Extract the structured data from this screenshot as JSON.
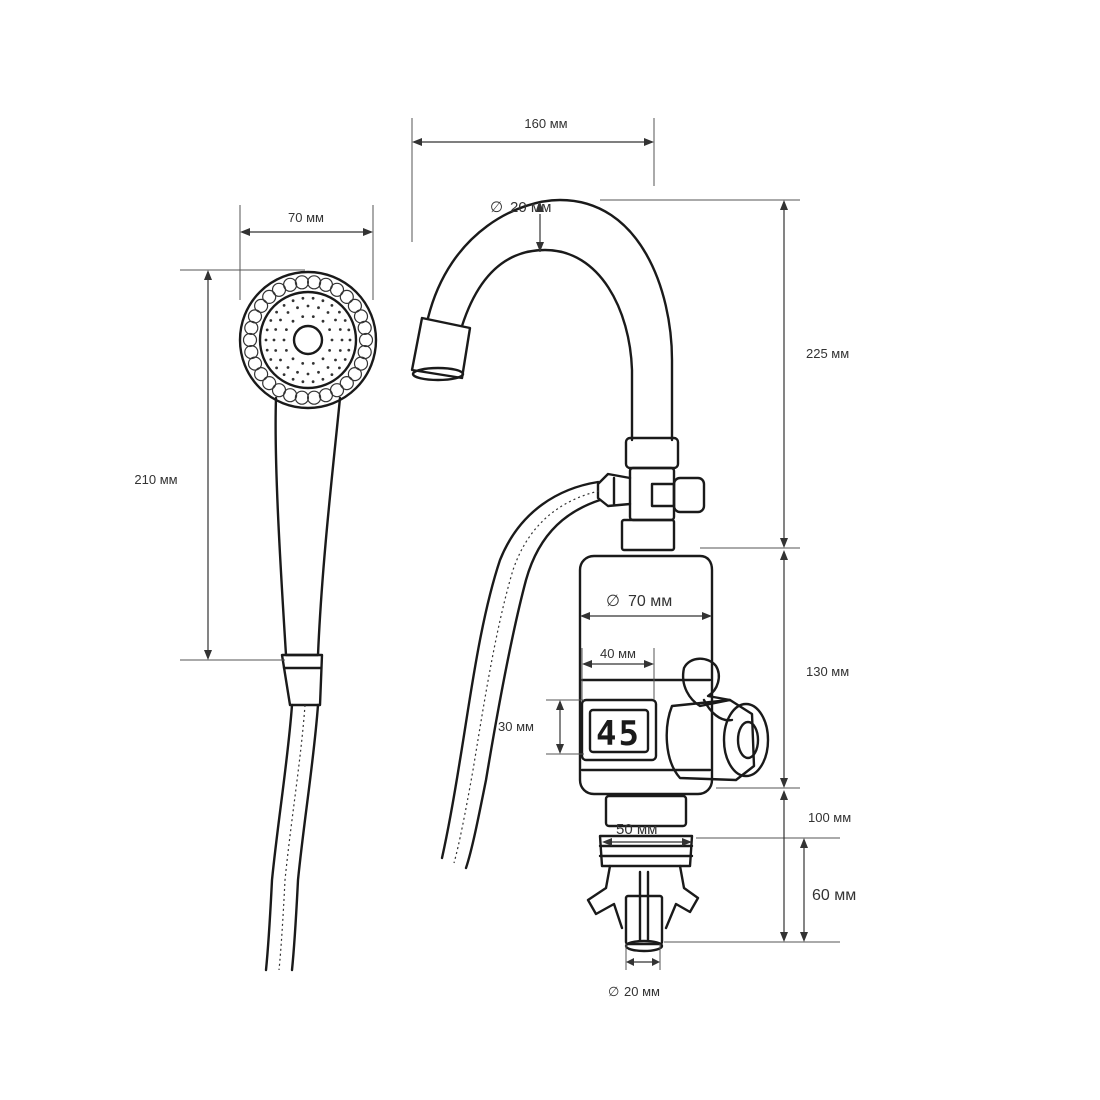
{
  "dimensions": {
    "faucet_reach": "160 мм",
    "spout_diameter": "20 мм",
    "spout_height": "225 мм",
    "heater_diameter": "70 мм",
    "heater_height": "130 мм",
    "display_width": "40 мм",
    "display_height": "30 мм",
    "thread_length": "100 мм",
    "nut_diameter": "50 мм",
    "fitting_height": "60 мм",
    "inlet_diameter": "20 мм",
    "shower_head_diameter": "70 мм",
    "shower_length": "210 мм"
  },
  "diameter_symbol": "∅",
  "display": {
    "reading": "45"
  },
  "colors": {
    "line": "#1a1a1a",
    "dimension": "#333333",
    "background": "#ffffff"
  }
}
